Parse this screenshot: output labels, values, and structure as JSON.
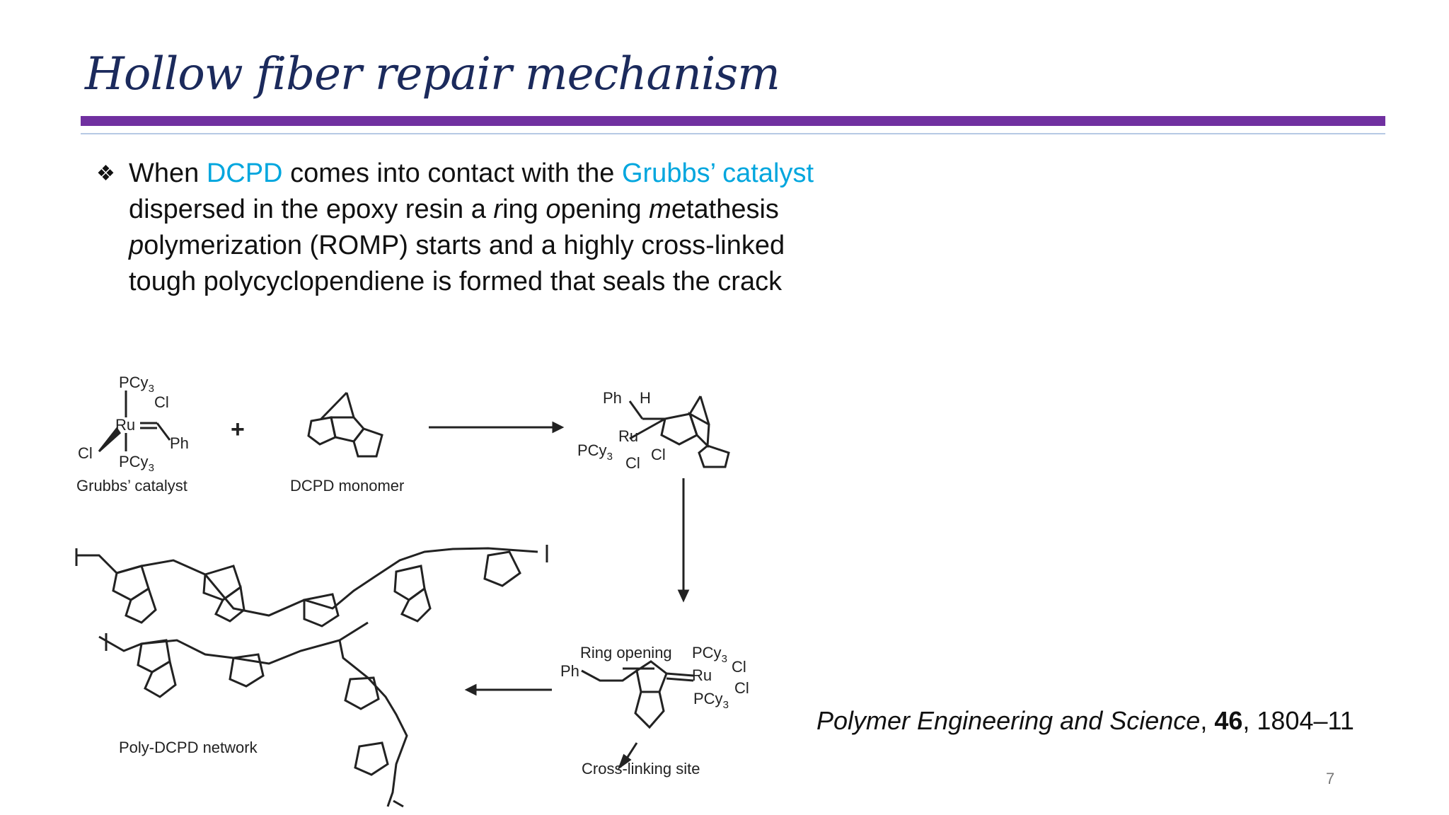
{
  "slide": {
    "title": "Hollow fiber repair mechanism",
    "page_number": "7"
  },
  "bullet": {
    "marker": "❖",
    "t1": "When ",
    "t2": "DCPD",
    "t3": " comes into contact with the ",
    "t4": "Grubbs’ catalyst",
    "t5": " dispersed in the epoxy resin a ",
    "t6": "r",
    "t7": "ing ",
    "t8": "o",
    "t9": "pening ",
    "t10": "m",
    "t11": "etathesis ",
    "t12": "p",
    "t13": "olymerization (ROMP) starts and a highly cross-linked tough polycyclopendiene is formed that seals the crack"
  },
  "figure": {
    "labels": {
      "grubbs": "Grubbs’ catalyst",
      "dcpd": "DCPD monomer",
      "network": "Poly-DCPD network",
      "ring_opening": "Ring opening",
      "cross_linking": "Cross-linking site",
      "plus": "+",
      "pcy3": "PCy",
      "sub3": "3",
      "cl": "Cl",
      "ru": "Ru",
      "ph": "Ph",
      "h": "H"
    }
  },
  "citation": {
    "journal": "Polymer Engineering and Science",
    "sep1": ", ",
    "volume": "46",
    "pages": ", 1804–11"
  }
}
